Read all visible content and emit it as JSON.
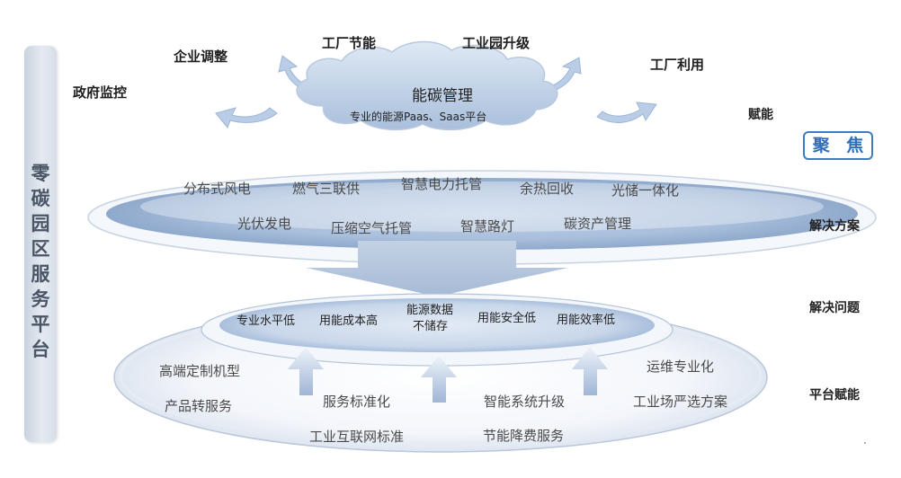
{
  "sidebar": {
    "title": "零碳园区服务平台"
  },
  "top_labels": {
    "government": "政府监控",
    "enterprise": "企业调整",
    "factory_saving": "工厂节能",
    "park_upgrade": "工业园升级",
    "factory_use": "工厂利用",
    "empower": "赋能"
  },
  "cloud": {
    "title": "能碳管理",
    "subtitle": "专业的能源Paas、Saas平台"
  },
  "focus_badge": "聚 焦",
  "right_labels": {
    "solutions": "解决方案",
    "problems": "解决问题",
    "platform": "平台赋能"
  },
  "solutions": {
    "row1": [
      "分布式风电",
      "燃气三联供",
      "智慧电力托管",
      "余热回收",
      "光储一体化"
    ],
    "row2": [
      "光伏发电",
      "压缩空气托管",
      "智慧路灯",
      "碳资产管理"
    ]
  },
  "problems": [
    "专业水平低",
    "用能成本高",
    "能源数据",
    "不储存",
    "用能安全低",
    "用能效率低"
  ],
  "platform": {
    "items": [
      "高端定制机型",
      "运维专业化",
      "产品转服务",
      "服务标准化",
      "智能系统升级",
      "工业场严选方案",
      "工业互联网标准",
      "节能降费服务"
    ]
  }
}
